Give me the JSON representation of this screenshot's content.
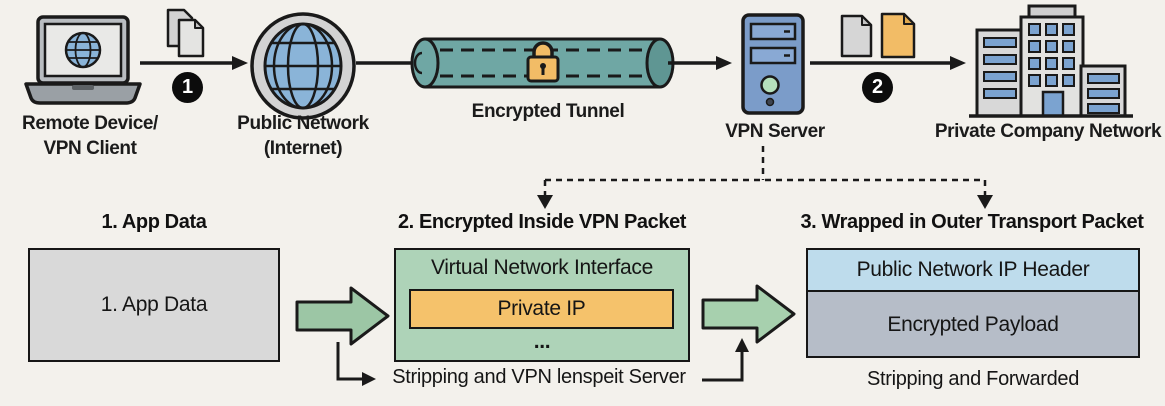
{
  "colors": {
    "background": "#f3f1ec",
    "tunnel_teal": "#6fa7a4",
    "lock_orange": "#f2bc66",
    "server_blue": "#7b9cc9",
    "globe_blue": "#8ab4d8",
    "window_blue": "#7ba3d0",
    "box1_gray": "#d9d9d9",
    "box2_green": "#aed3b8",
    "private_ip_orange": "#f5c26b",
    "ip_header_blue": "#bedcec",
    "payload_gray": "#b6bdc8",
    "flow_arrow_green": "#9cc6a5"
  },
  "flow": {
    "client_label_1": "Remote Device/",
    "client_label_2": "VPN Client",
    "public_label_1": "Public Network",
    "public_label_2": "(Internet)",
    "tunnel_label": "Encrypted Tunnel",
    "server_label": "VPN Server",
    "company_label": "Private Company Network",
    "step1_badge": "1",
    "step2_badge": "2"
  },
  "packets": {
    "stage1": {
      "heading": "1. App Data",
      "body": "1. App Data"
    },
    "stage2": {
      "heading": "2. Encrypted Inside VPN Packet",
      "outer_label": "Virtual Network Interface",
      "inner_label": "Private IP",
      "ellipsis": "...",
      "note": "Stripping and VPN lenspeit Server"
    },
    "stage3": {
      "heading": "3. Wrapped in Outer Transport Packet",
      "header_label": "Public Network IP Header",
      "payload_label": "Encrypted Payload",
      "note": "Stripping and Forwarded"
    }
  }
}
